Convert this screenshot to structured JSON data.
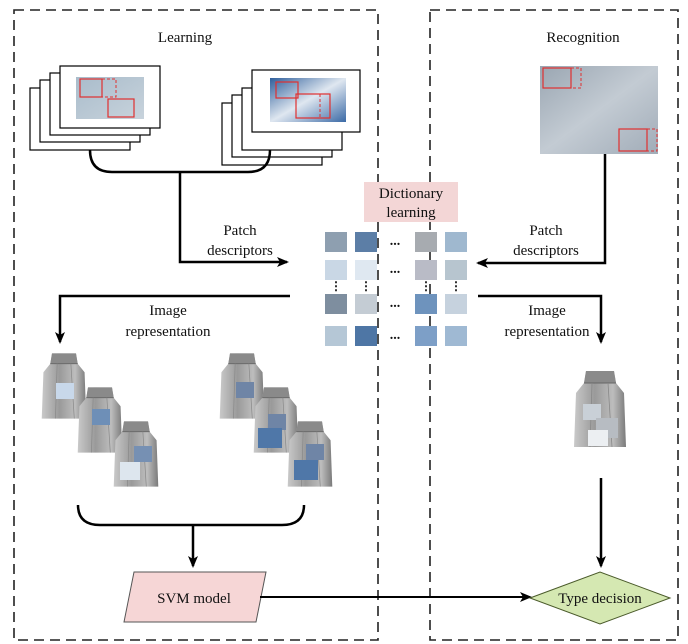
{
  "panels": {
    "learning_title": "Learning",
    "recognition_title": "Recognition"
  },
  "labels": {
    "patch_descriptors_left": [
      "Patch",
      "descriptors"
    ],
    "patch_descriptors_right": [
      "Patch",
      "descriptors"
    ],
    "image_representation_left": [
      "Image",
      "representation"
    ],
    "image_representation_right": [
      "Image",
      "representation"
    ],
    "dictionary_learning": [
      "Dictionary",
      "learning"
    ],
    "svm_model": "SVM model",
    "type_decision": "Type decision",
    "ellipsis": "..."
  },
  "colors": {
    "dictionary_box": "#f3d6d6",
    "svm_box": "#f6d6d6",
    "type_decision": "#d5e8b2",
    "patch_box_outline": "#e03030",
    "sky_dark": "#3f6ea8",
    "sky_grey": "#a7b2bd"
  }
}
